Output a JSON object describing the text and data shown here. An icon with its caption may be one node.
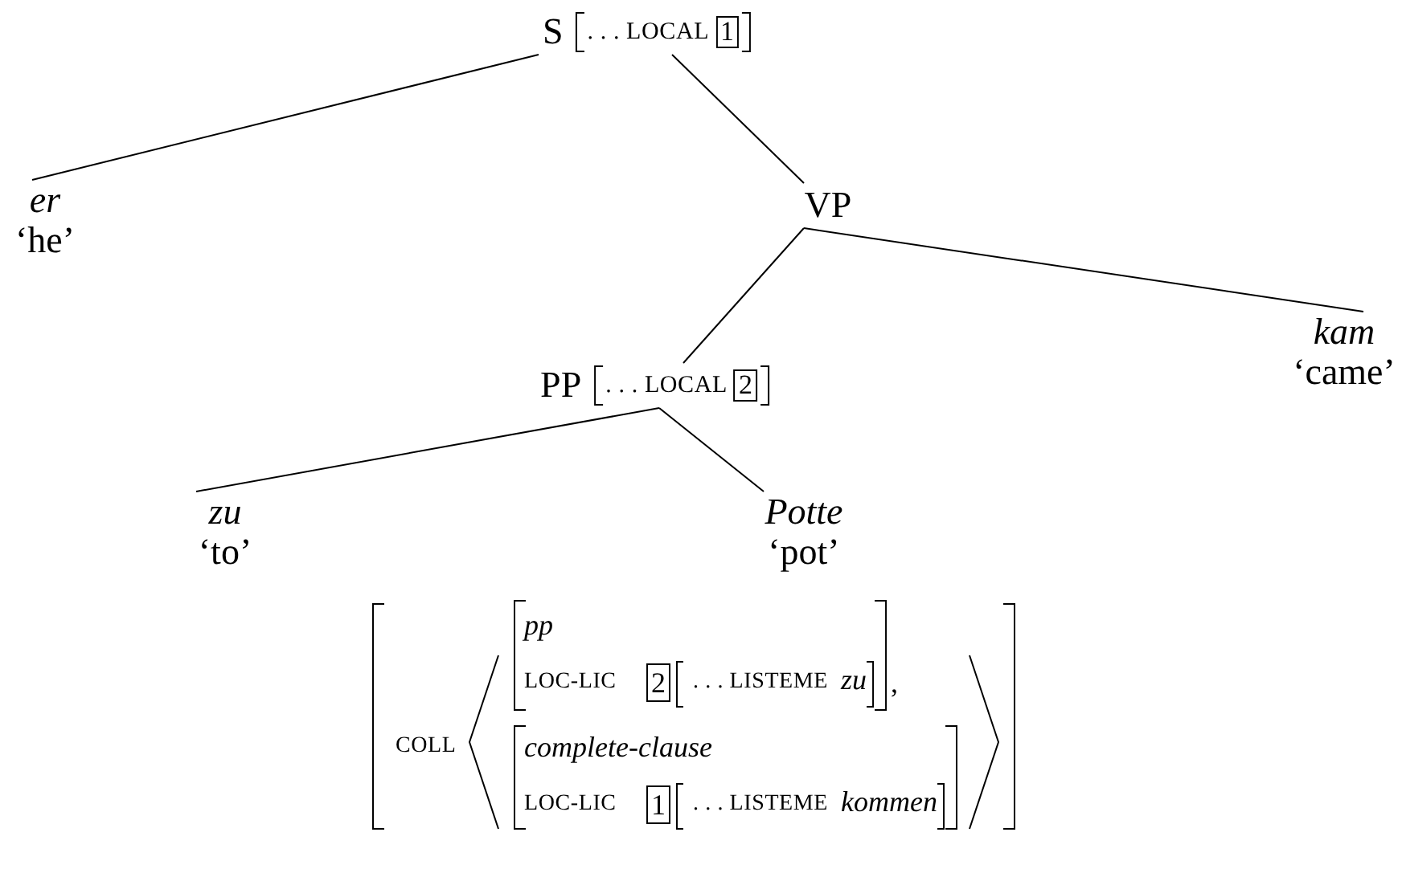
{
  "diagram": {
    "nodes": [
      {
        "text": [
          "S",
          ". . . LOCAL",
          "1"
        ]
      },
      {
        "text": [
          "er",
          "‘he’"
        ]
      },
      {
        "text": [
          "VP"
        ]
      },
      {
        "text": [
          "PP",
          ". . . LOCAL",
          "2"
        ]
      },
      {
        "text": [
          "kam",
          "‘came’"
        ]
      },
      {
        "text": [
          "zu",
          "‘to’"
        ]
      },
      {
        "text": [
          "Potte",
          "‘pot’"
        ]
      }
    ],
    "edges": [
      {
        "from": 0,
        "to": 1,
        "arrow": "none"
      },
      {
        "from": 0,
        "to": 2,
        "arrow": "none"
      },
      {
        "from": 2,
        "to": 3,
        "arrow": "none"
      },
      {
        "from": 2,
        "to": 4,
        "arrow": "none"
      },
      {
        "from": 3,
        "to": 5,
        "arrow": "none"
      },
      {
        "from": 3,
        "to": 6,
        "arrow": "none"
      }
    ],
    "labels": [
      "COLL",
      "pp",
      "LOC-LIC",
      "2",
      ". . . LISTEME",
      "zu",
      ",",
      "complete-clause",
      "LOC-LIC",
      "1",
      ". . . LISTEME",
      "kommen"
    ]
  }
}
